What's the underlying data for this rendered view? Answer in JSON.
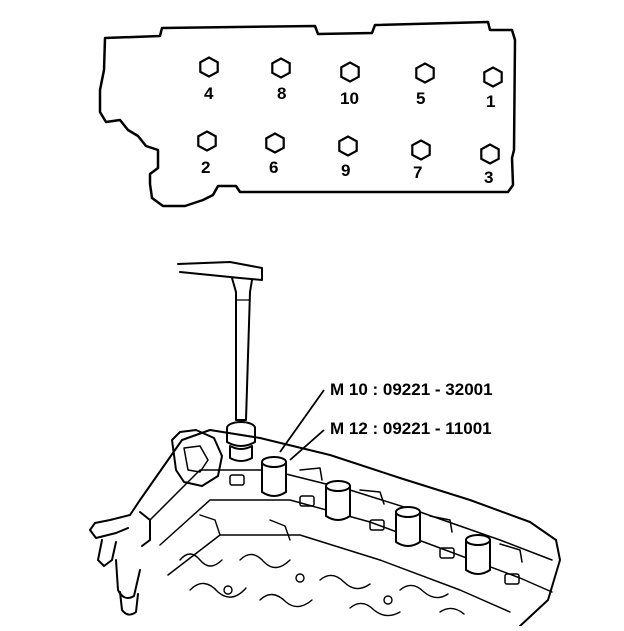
{
  "diagram": {
    "bolt_sequence_top_row": [
      "4",
      "8",
      "10",
      "5",
      "1"
    ],
    "bolt_sequence_bottom_row": [
      "2",
      "6",
      "9",
      "7",
      "3"
    ],
    "callouts": [
      "M 10 : 09221 - 32001",
      "M 12 : 09221 - 11001"
    ]
  }
}
